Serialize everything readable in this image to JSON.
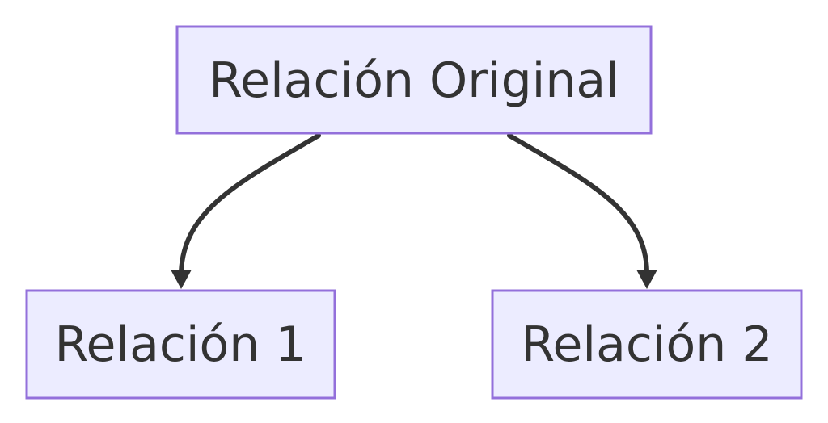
{
  "diagram": {
    "type": "flowchart",
    "colors": {
      "node_fill": "#ECECFF",
      "node_border": "#9370DB",
      "edge": "#333333",
      "text": "#333333"
    },
    "nodes": {
      "root": {
        "label": "Relación Original"
      },
      "left": {
        "label": "Relación 1"
      },
      "right": {
        "label": "Relación 2"
      }
    },
    "edges": [
      {
        "from": "root",
        "to": "left"
      },
      {
        "from": "root",
        "to": "right"
      }
    ]
  }
}
